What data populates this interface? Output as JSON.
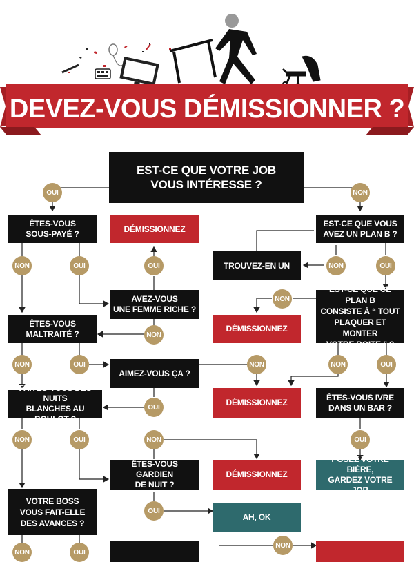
{
  "title": "DEVEZ-VOUS DÉMISSIONNER ?",
  "colors": {
    "red": "#c1272d",
    "black": "#111111",
    "teal": "#2e6a6d",
    "badge": "#b69a66"
  },
  "header_icons": [
    "stick-figure-leaving-icon",
    "overturned-desk-icon",
    "fallen-computer-icon",
    "office-chair-icon"
  ],
  "nodes": {
    "q_interest": [
      "EST-CE QUE VOTRE JOB",
      "VOUS INTÉRESSE ?"
    ],
    "q_underpaid": [
      "ÊTES-VOUS",
      "SOUS-PAYÉ ?"
    ],
    "r_quit1": [
      "DÉMISSIONNEZ"
    ],
    "q_plan_b": [
      "EST-CE QUE VOUS",
      "AVEZ UN PLAN B ?"
    ],
    "r_find_one": [
      "TROUVEZ-EN UN"
    ],
    "q_rich_wife": [
      "AVEZ-VOUS",
      "UNE FEMME RICHE ?"
    ],
    "q_mistreated": [
      "ÊTES-VOUS",
      "MALTRAITÉ ?"
    ],
    "q_plan_b_detail": [
      "EST-CE QUE CE PLAN B",
      "CONSISTE À “ TOUT",
      "PLAQUER ET MONTER",
      "VOTRE BOITE ” ?"
    ],
    "r_quit2": [
      "DÉMISSIONNEZ"
    ],
    "q_like_it": [
      "AIMEZ-VOUS ÇA ?"
    ],
    "r_quit3": [
      "DÉMISSIONNEZ"
    ],
    "q_drunk": [
      "ÊTES-VOUS IVRE",
      "DANS UN BAR ?"
    ],
    "q_sleepless": [
      "FAITES-VOUS DES NUITS",
      "BLANCHES AU BOULOT ?"
    ],
    "q_night_guard": [
      "ÊTES-VOUS GARDIEN",
      "DE NUIT ?"
    ],
    "r_quit4": [
      "DÉMISSIONNEZ"
    ],
    "r_beer": [
      "POSEZ VOTRE BIÈRE,",
      "GARDEZ VOTRE JOB"
    ],
    "r_ah_ok": [
      "AH, OK"
    ],
    "q_boss_advances": [
      "VOTRE BOSS",
      "VOUS FAIT-ELLE",
      "DES AVANCES ?"
    ]
  },
  "answers": {
    "yes": "OUI",
    "no": "NON"
  }
}
